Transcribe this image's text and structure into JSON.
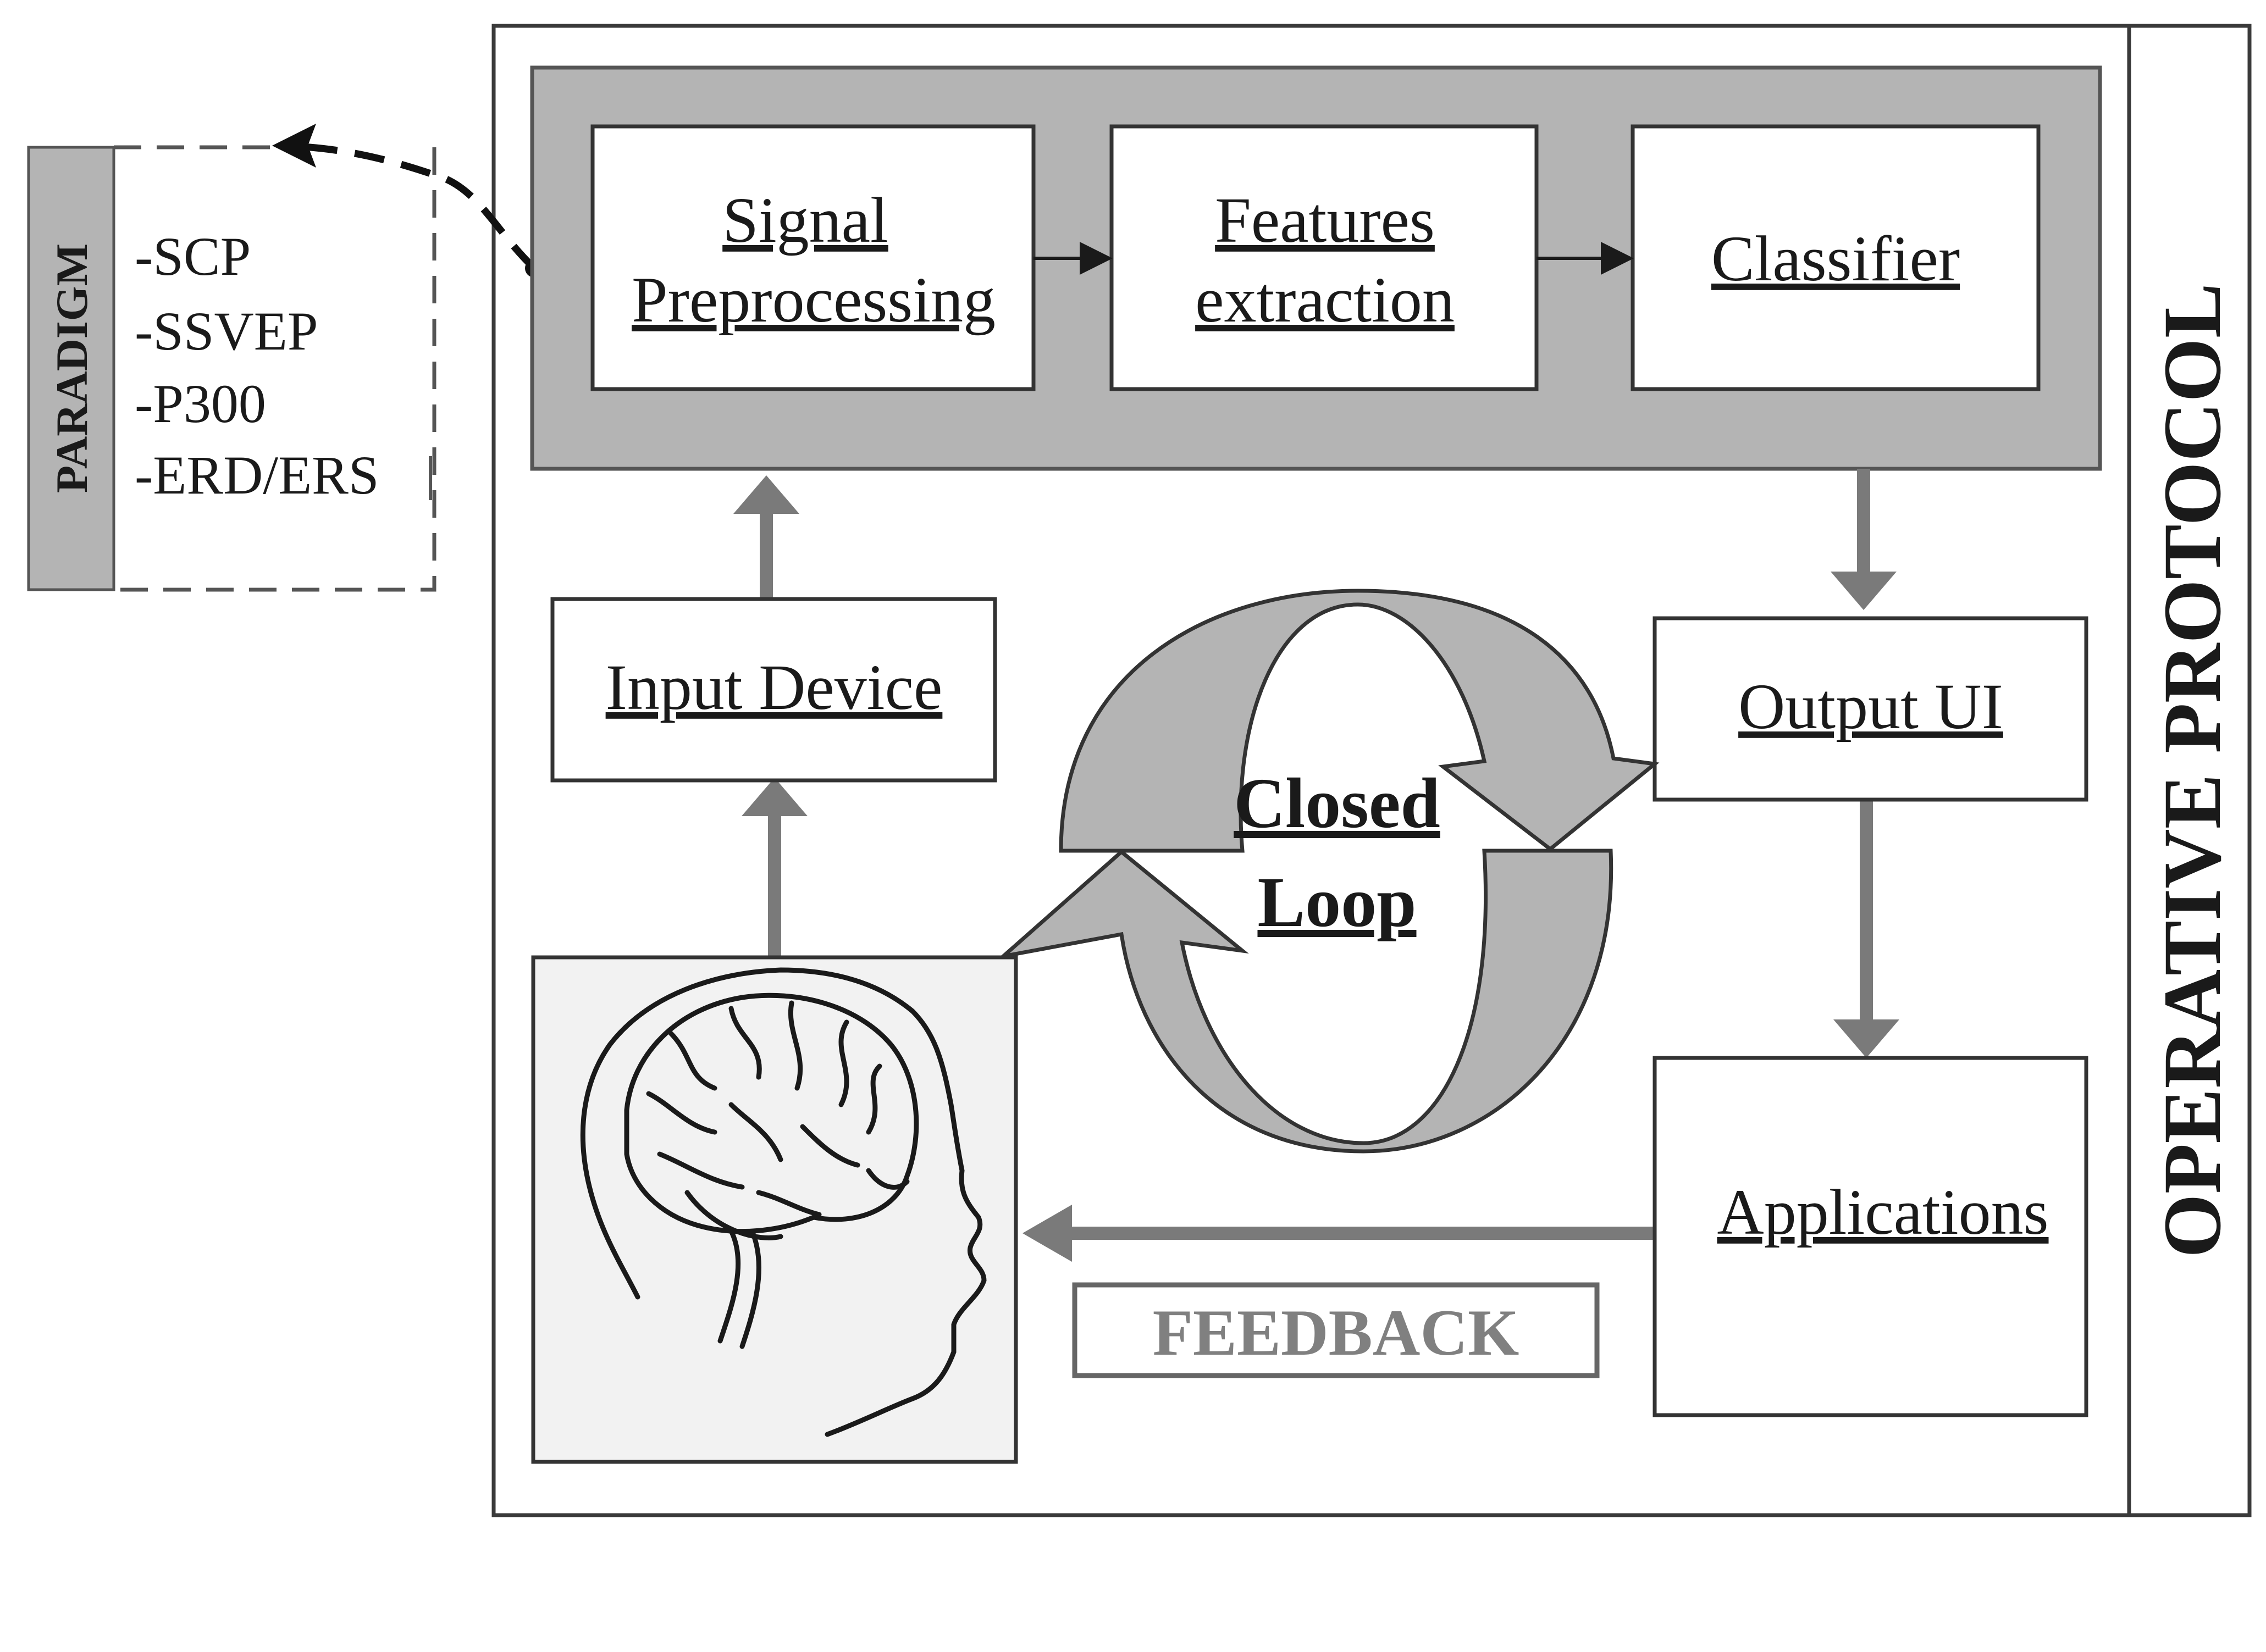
{
  "paradigm": {
    "title": "PARADIGM",
    "items": [
      "-SCP",
      "-SSVEP",
      "-P300",
      "-ERD/ERS"
    ]
  },
  "pipeline": {
    "signal_preprocessing": [
      "Signal",
      "Preprocessing"
    ],
    "features_extraction": [
      "Features",
      "extraction"
    ],
    "classifier": "Classifier"
  },
  "blocks": {
    "input_device": "Input Device",
    "output_ui": "Output UI",
    "applications": "Applications"
  },
  "closed_loop": [
    "Closed",
    "Loop"
  ],
  "feedback": "FEEDBACK",
  "operative_protocol": "OPERATIVE PROTOCOL",
  "colors": {
    "gray_panel": "#b4b4b4",
    "arrow_gray": "#7a7a7a",
    "line": "#3a3a3a",
    "box_fill": "#ffffff",
    "head_bg": "#f2f2f2"
  }
}
